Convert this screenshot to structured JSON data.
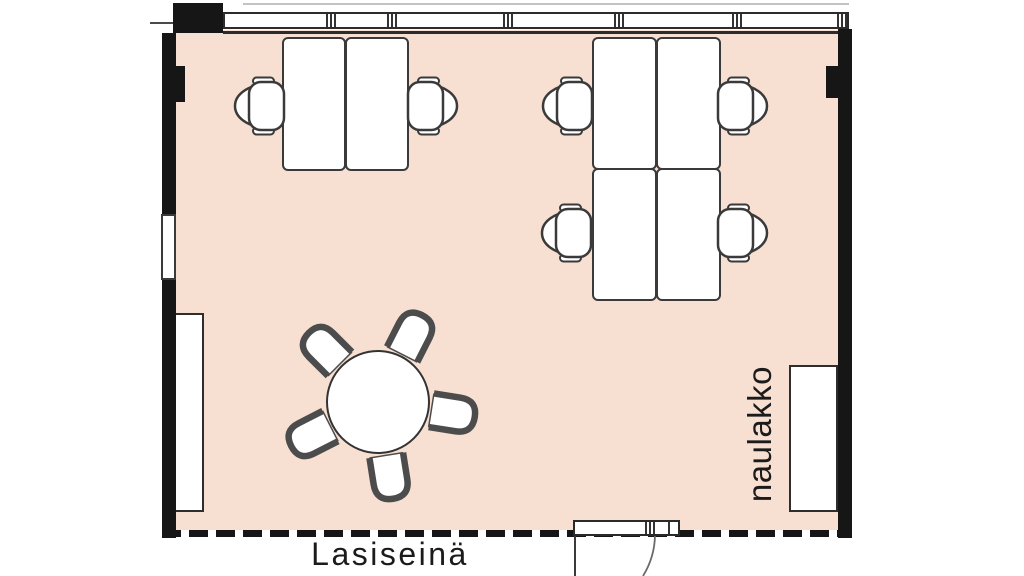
{
  "room": {
    "labels": {
      "glass_wall": "Lasiseinä",
      "coat_rack": "naulakko"
    },
    "colors": {
      "floor": "#f7dfd1",
      "wall": "#161616",
      "furniture_fill": "#ffffff",
      "furniture_border": "#3a3a3a"
    },
    "furniture_semantics": [
      "window-band-top",
      "glass-wall-bottom",
      "entrance-door",
      "desk-pair-left",
      "desk-cluster-right",
      "office-chair",
      "round-meeting-table",
      "stacking-chair",
      "cabinet-left-wall",
      "coat-rack-right-wall"
    ]
  }
}
